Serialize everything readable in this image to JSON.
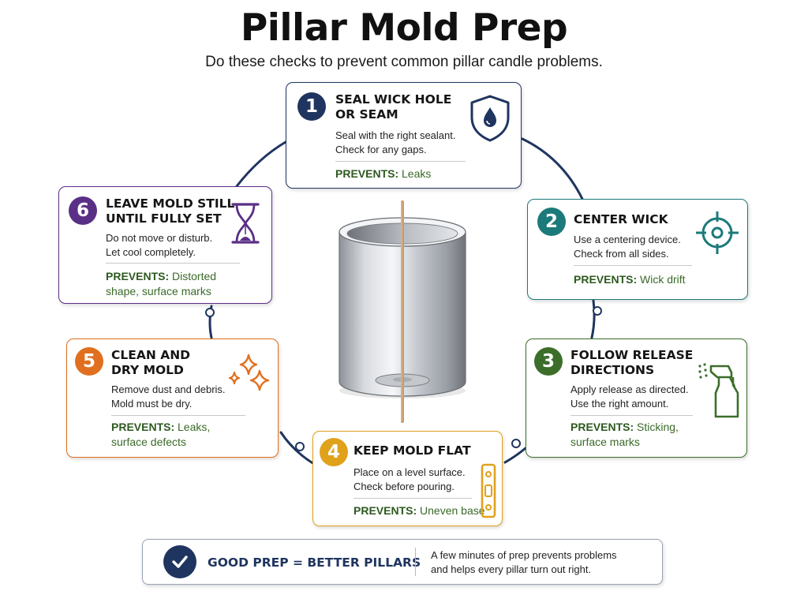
{
  "title": "Pillar Mold Prep",
  "subtitle": "Do these checks to prevent common pillar candle problems.",
  "prevents_label": "PREVENTS:",
  "steps": [
    {
      "number": "1",
      "title_lines": [
        "SEAL WICK HOLE",
        "OR SEAM"
      ],
      "lines": [
        "Seal with the right sealant.",
        "Check for any gaps."
      ],
      "prevents": [
        "Leaks"
      ],
      "icon": "shield-droplet-icon",
      "color": "#1f3560"
    },
    {
      "number": "2",
      "title_lines": [
        "CENTER WICK"
      ],
      "lines": [
        "Use a centering device.",
        "Check from all sides."
      ],
      "prevents": [
        "Wick drift"
      ],
      "icon": "crosshair-icon",
      "color": "#1c7a7a"
    },
    {
      "number": "3",
      "title_lines": [
        "FOLLOW RELEASE",
        "DIRECTIONS"
      ],
      "lines": [
        "Apply release as directed.",
        "Use the right amount."
      ],
      "prevents": [
        "Sticking,",
        "surface marks"
      ],
      "icon": "spray-bottle-icon",
      "color": "#3c6e2a"
    },
    {
      "number": "4",
      "title_lines": [
        "KEEP MOLD FLAT"
      ],
      "lines": [
        "Place on a level surface.",
        "Check before pouring."
      ],
      "prevents": [
        "Uneven base"
      ],
      "icon": "level-icon",
      "color": "#e0a11b"
    },
    {
      "number": "5",
      "title_lines": [
        "CLEAN AND",
        "DRY MOLD"
      ],
      "lines": [
        "Remove dust and debris.",
        "Mold must be dry."
      ],
      "prevents": [
        "Leaks,",
        "surface defects"
      ],
      "icon": "sparkle-icon",
      "color": "#e0701f"
    },
    {
      "number": "6",
      "title_lines": [
        "LEAVE MOLD STILL",
        "UNTIL FULLY SET"
      ],
      "lines": [
        "Do not move or disturb.",
        "Let cool completely."
      ],
      "prevents": [
        "Distorted",
        "shape, surface marks"
      ],
      "icon": "hourglass-icon",
      "color": "#5a2f86"
    }
  ],
  "center_image": "pillar-mold-icon",
  "summary": {
    "icon": "checkmark-icon",
    "tagline": "GOOD PREP = BETTER PILLARS",
    "lines": [
      "A few minutes of prep prevents problems",
      "and helps every pillar turn out right."
    ]
  }
}
